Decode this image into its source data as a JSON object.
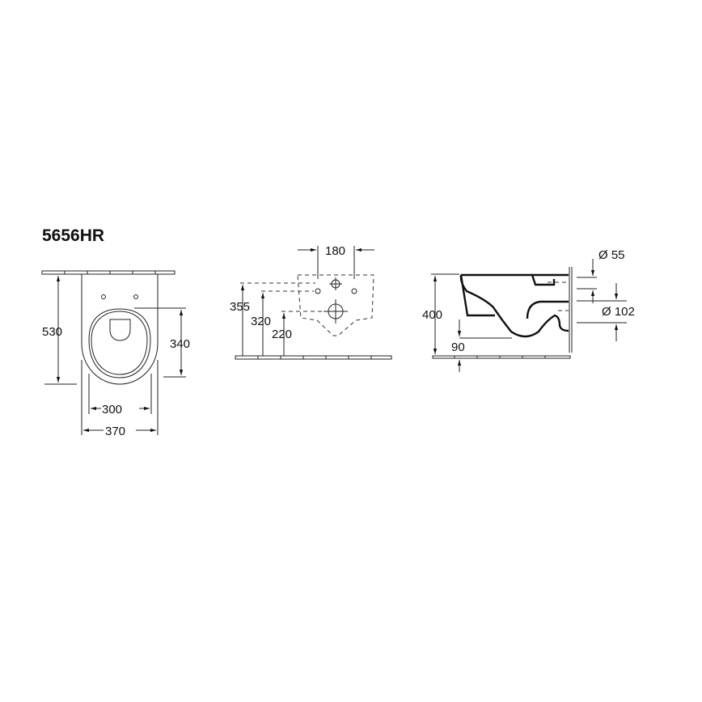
{
  "model": "5656HR",
  "top_view": {
    "depth": "530",
    "seat_length": "340",
    "seat_width": "300",
    "width": "370"
  },
  "wall_view": {
    "fixing_spacing": "180",
    "h1": "355",
    "h2": "320",
    "h3": "220"
  },
  "side_view": {
    "height": "400",
    "inlet_diameter": "Ø 55",
    "outlet_diameter": "Ø 102",
    "outlet_height": "90"
  }
}
